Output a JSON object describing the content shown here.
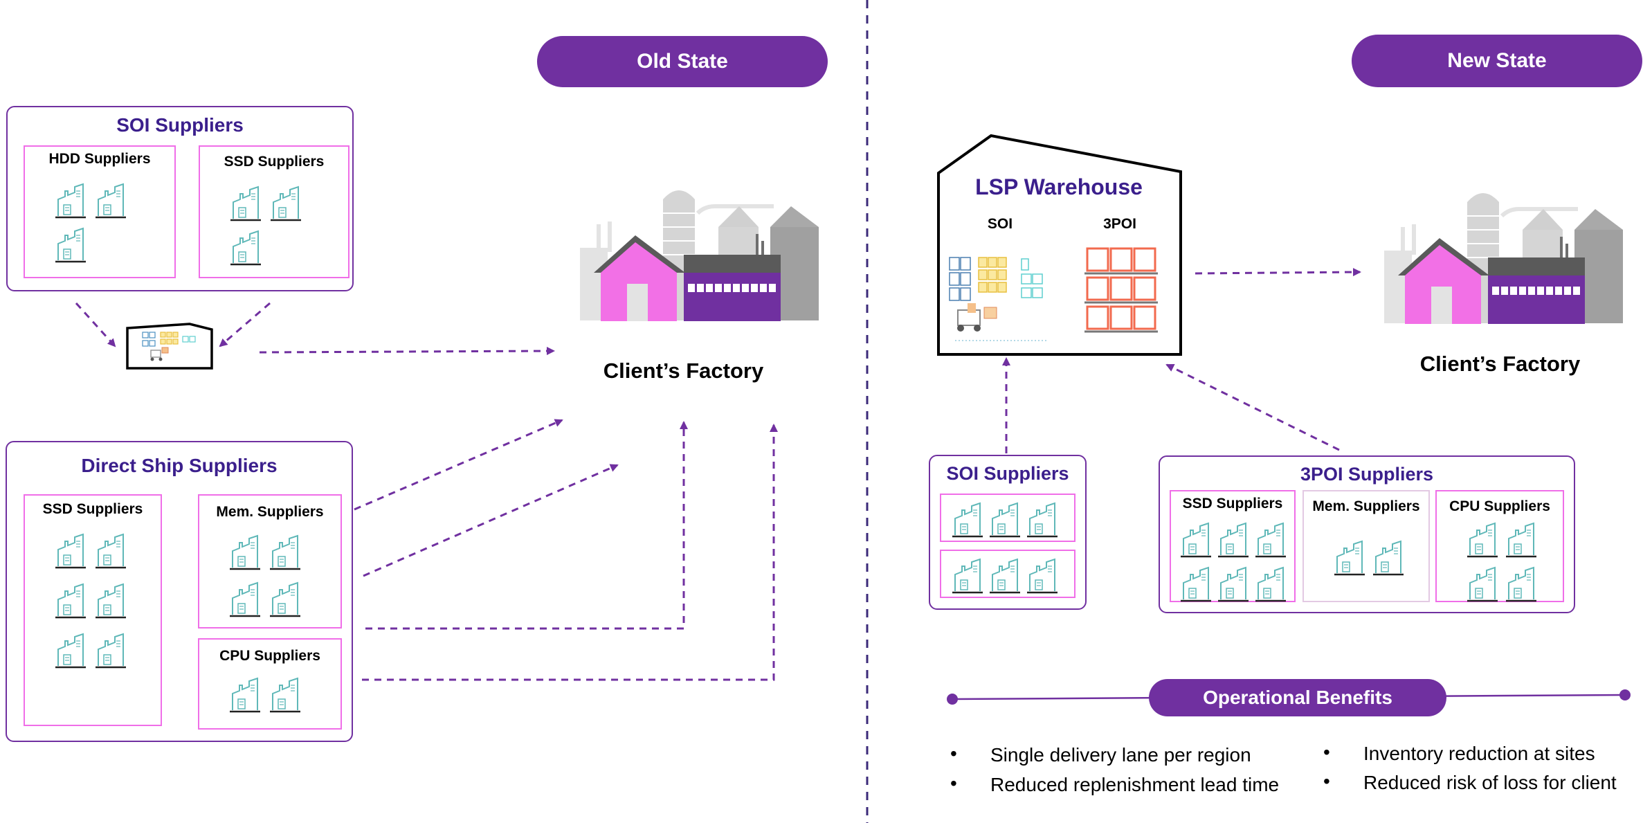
{
  "old_state": {
    "badge": "Old State",
    "soi_suppliers": {
      "title": "SOI Suppliers",
      "groups": [
        {
          "label": "HDD Suppliers",
          "count": 3
        },
        {
          "label": "SSD Suppliers",
          "count": 3
        }
      ]
    },
    "direct_ship": {
      "title": "Direct Ship Suppliers",
      "groups": [
        {
          "label": "SSD Suppliers",
          "count": 6
        },
        {
          "label": "Mem. Suppliers",
          "count": 4
        },
        {
          "label": "CPU Suppliers",
          "count": 2
        }
      ]
    },
    "factory_label": "Client’s  Factory"
  },
  "new_state": {
    "badge": "New State",
    "warehouse": {
      "title": "LSP Warehouse",
      "zone_left": "SOI",
      "zone_right": "3POI"
    },
    "factory_label": "Client’s  Factory",
    "soi_suppliers": {
      "title": "SOI Suppliers"
    },
    "threepoi_suppliers": {
      "title": "3POI Suppliers",
      "groups": [
        {
          "label": "SSD Suppliers",
          "count": 6
        },
        {
          "label": "Mem. Suppliers",
          "count": 2
        },
        {
          "label": "CPU Suppliers",
          "count": 4
        }
      ]
    },
    "benefits": {
      "title": "Operational Benefits",
      "items": [
        "Single delivery lane per region",
        "Reduced replenishment lead time",
        "Inventory reduction at sites",
        "Reduced risk of loss for client"
      ]
    }
  },
  "colors": {
    "purple": "#7030a0",
    "title_purple": "#3b1f8c",
    "pink": "#f06ee8",
    "teal_icon": "#5fb8b8"
  },
  "icons": {
    "supplier": "factory-building-icon",
    "warehouse": "warehouse-icon",
    "factory": "factory-icon"
  }
}
